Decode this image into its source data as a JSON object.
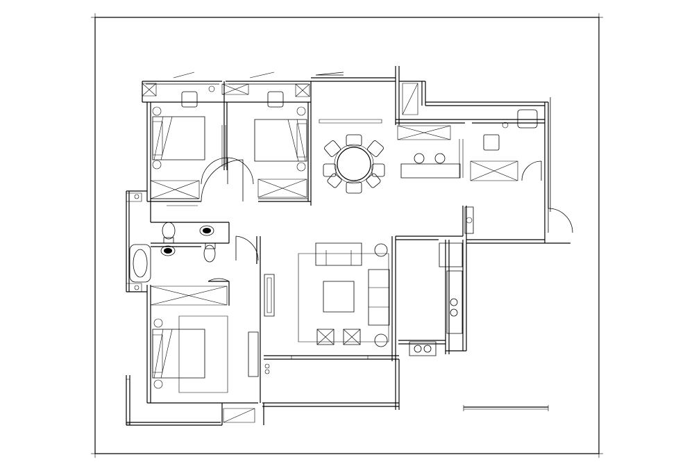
{
  "drawing": {
    "kind": "floor-plan",
    "sheet_frame": true,
    "rooms": [
      "bedroom-top-left",
      "bedroom-top-middle",
      "dining",
      "study",
      "bathroom",
      "bedroom-bottom",
      "living",
      "kitchen",
      "balcony-south",
      "entry"
    ],
    "colors": {
      "line": "#000000",
      "background": "#ffffff"
    }
  }
}
